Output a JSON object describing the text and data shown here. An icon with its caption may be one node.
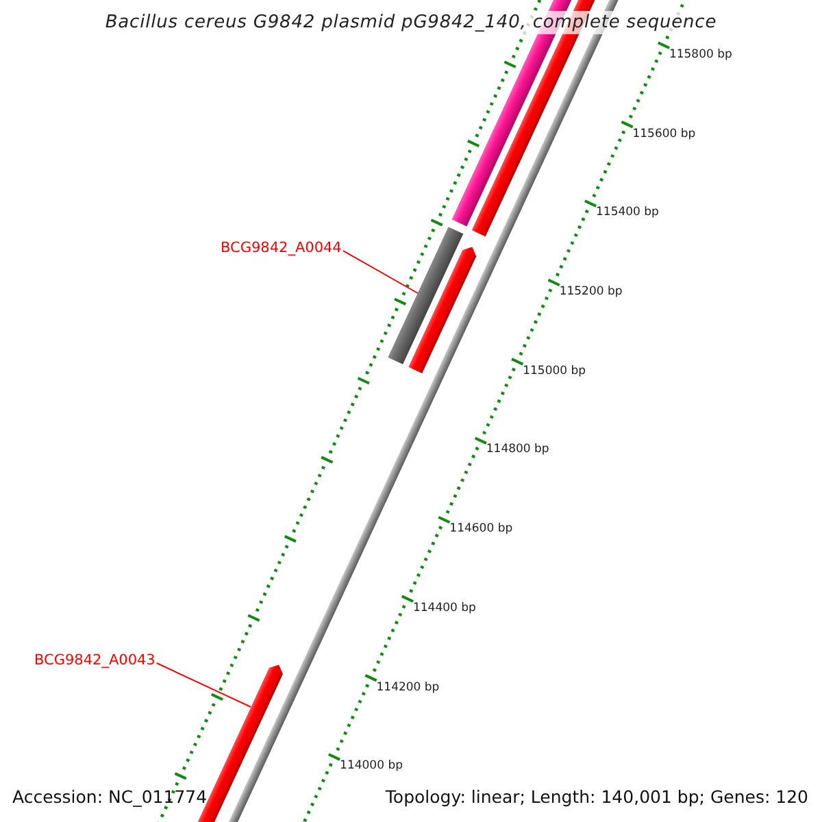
{
  "diagram": {
    "title": "Bacillus cereus G9842 plasmid pG9842_140, complete sequence",
    "nodes": [
      {
        "text": [
          "BCG9842_A0044"
        ]
      },
      {
        "text": [],
        "shape": "bar"
      },
      {
        "text": [
          "BCG9842_A0043"
        ]
      },
      {
        "text": [],
        "shape": "bar"
      }
    ],
    "edges": [
      {
        "from": 0,
        "to": 1,
        "arrow": "none",
        "color": "#ff0000"
      },
      {
        "from": 2,
        "to": 3,
        "arrow": "none",
        "color": "#ff0000"
      }
    ],
    "labels": [
      "115800 bp",
      "115600 bp",
      "115400 bp",
      "115200 bp",
      "115000 bp",
      "114800 bp",
      "114600 bp",
      "114400 bp",
      "114200 bp",
      "114000 bp",
      "Accession: NC_011774",
      "Topology: linear; Length: 140,001 bp; Genes: 120"
    ]
  }
}
